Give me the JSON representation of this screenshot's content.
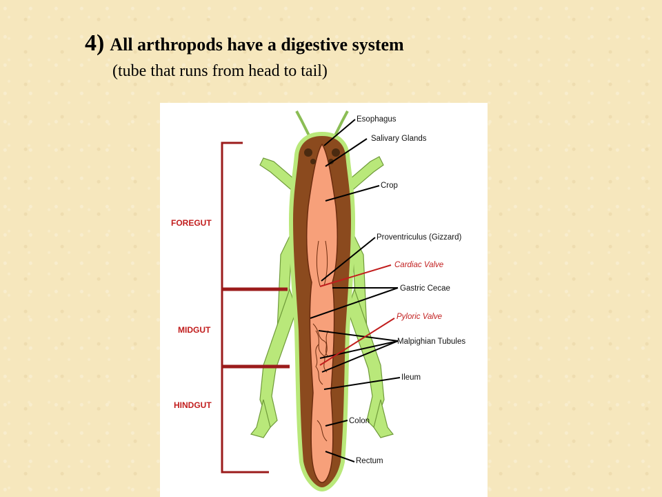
{
  "slide": {
    "number": "4)",
    "title": "All arthropods have a digestive system",
    "subtitle": "(tube that runs from head to tail)"
  },
  "diagram": {
    "sections": {
      "foregut": "FOREGUT",
      "midgut": "MIDGUT",
      "hindgut": "HINDGUT"
    },
    "labels": {
      "esophagus": "Esophagus",
      "salivary_glands": "Salivary Glands",
      "crop": "Crop",
      "proventriculus": "Proventriculus (Gizzard)",
      "cardiac_valve": "Cardiac Valve",
      "gastric_cecae": "Gastric Cecae",
      "pyloric_valve": "Pyloric Valve",
      "malpighian_tubules": "Malpighian Tubules",
      "ileum": "Ileum",
      "colon": "Colon",
      "rectum": "Rectum"
    },
    "colors": {
      "legs": "#b9e87a",
      "body": "#8b4a1e",
      "gut": "#f7a07a",
      "bracket": "#9b1b1b",
      "red_label": "#c11d1d"
    }
  }
}
